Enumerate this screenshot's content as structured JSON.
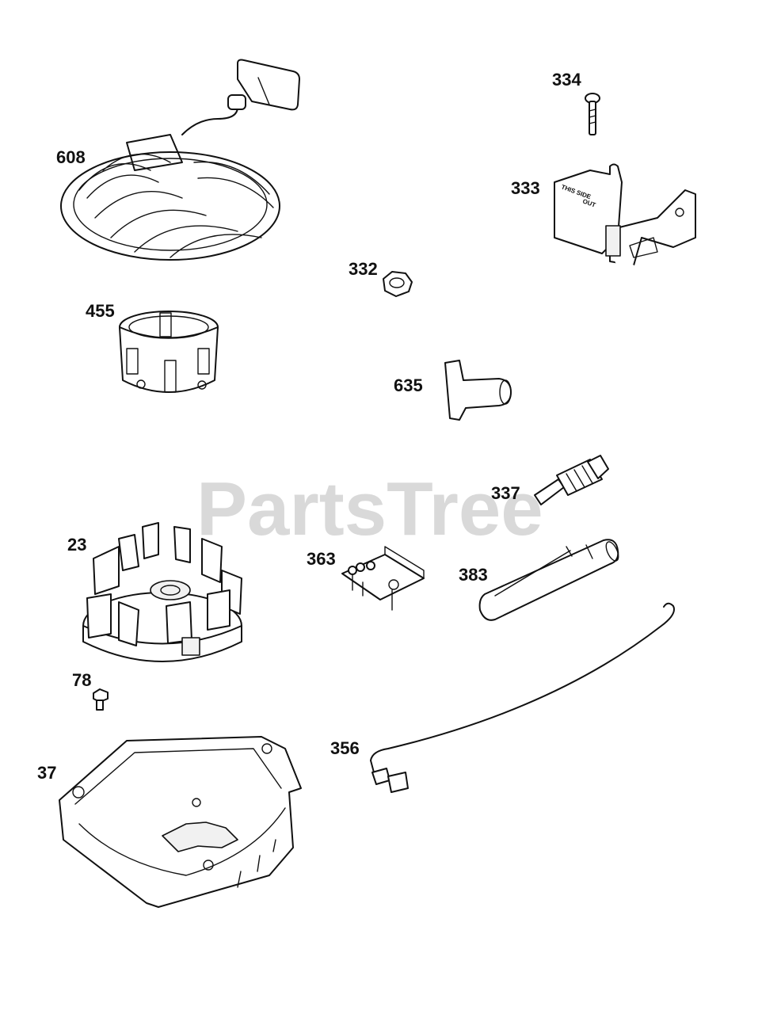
{
  "watermark": "PartsTree",
  "decal": {
    "line1": "THIS SIDE",
    "line2": "OUT"
  },
  "callouts": [
    {
      "id": "608",
      "label": "608"
    },
    {
      "id": "455",
      "label": "455"
    },
    {
      "id": "334",
      "label": "334"
    },
    {
      "id": "333",
      "label": "333"
    },
    {
      "id": "332",
      "label": "332"
    },
    {
      "id": "635",
      "label": "635"
    },
    {
      "id": "337",
      "label": "337"
    },
    {
      "id": "23",
      "label": "23"
    },
    {
      "id": "363",
      "label": "363"
    },
    {
      "id": "383",
      "label": "383"
    },
    {
      "id": "78",
      "label": "78"
    },
    {
      "id": "356",
      "label": "356"
    },
    {
      "id": "37",
      "label": "37"
    }
  ]
}
